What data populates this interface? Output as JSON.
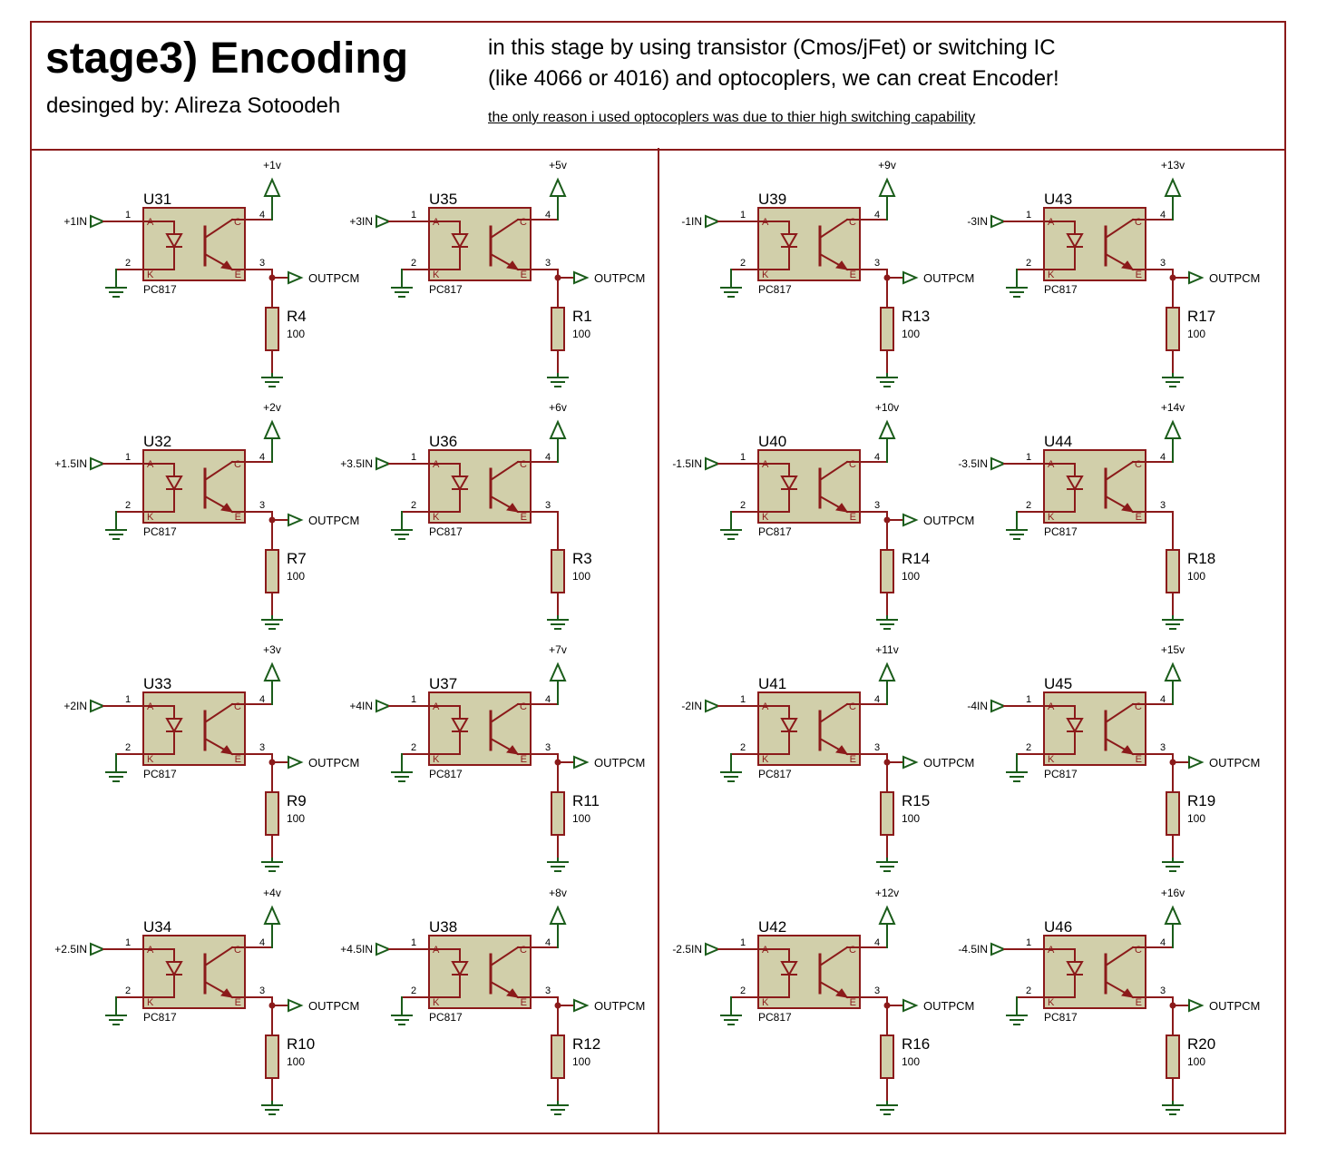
{
  "title_block": {
    "title": "stage3) Encoding",
    "designer": "desinged by: Alireza Sotoodeh",
    "description_line1": "in this stage by using transistor (Cmos/jFet) or switching IC",
    "description_line2": "(like 4066 or 4016) and optocoplers, we can creat Encoder!",
    "note": "the only reason i used optocoplers was due to thier high switching capability"
  },
  "colors": {
    "wire": "#8b1a1a",
    "terminal": "#1a5c1a",
    "component_fill": "#d1cfaa",
    "component_border": "#8b1a1a",
    "text": "#000000"
  },
  "part_type": "PC817",
  "output_label": "OUTPCM",
  "pin_labels": {
    "anode": "A",
    "cathode": "K",
    "collector": "C",
    "emitter": "E"
  },
  "pin_numbers": [
    "1",
    "2",
    "3",
    "4"
  ],
  "columns": [
    {
      "name": "column-1",
      "cells": [
        {
          "u": "U31",
          "input": "+1IN",
          "supply": "+1v",
          "r": "R4",
          "rv": "100",
          "out_tap": true
        },
        {
          "u": "U32",
          "input": "+1.5IN",
          "supply": "+2v",
          "r": "R7",
          "rv": "100",
          "out_tap": true
        },
        {
          "u": "U33",
          "input": "+2IN",
          "supply": "+3v",
          "r": "R9",
          "rv": "100",
          "out_tap": true
        },
        {
          "u": "U34",
          "input": "+2.5IN",
          "supply": "+4v",
          "r": "R10",
          "rv": "100",
          "out_tap": true
        }
      ]
    },
    {
      "name": "column-2",
      "cells": [
        {
          "u": "U35",
          "input": "+3IN",
          "supply": "+5v",
          "r": "R1",
          "rv": "100",
          "out_tap": true
        },
        {
          "u": "U36",
          "input": "+3.5IN",
          "supply": "+6v",
          "r": "R3",
          "rv": "100",
          "out_tap": false
        },
        {
          "u": "U37",
          "input": "+4IN",
          "supply": "+7v",
          "r": "R11",
          "rv": "100",
          "out_tap": true
        },
        {
          "u": "U38",
          "input": "+4.5IN",
          "supply": "+8v",
          "r": "R12",
          "rv": "100",
          "out_tap": true
        }
      ]
    },
    {
      "name": "column-3",
      "cells": [
        {
          "u": "U39",
          "input": "-1IN",
          "supply": "+9v",
          "r": "R13",
          "rv": "100",
          "out_tap": true
        },
        {
          "u": "U40",
          "input": "-1.5IN",
          "supply": "+10v",
          "r": "R14",
          "rv": "100",
          "out_tap": true
        },
        {
          "u": "U41",
          "input": "-2IN",
          "supply": "+11v",
          "r": "R15",
          "rv": "100",
          "out_tap": true
        },
        {
          "u": "U42",
          "input": "-2.5IN",
          "supply": "+12v",
          "r": "R16",
          "rv": "100",
          "out_tap": true
        }
      ]
    },
    {
      "name": "column-4",
      "cells": [
        {
          "u": "U43",
          "input": "-3IN",
          "supply": "+13v",
          "r": "R17",
          "rv": "100",
          "out_tap": true
        },
        {
          "u": "U44",
          "input": "-3.5IN",
          "supply": "+14v",
          "r": "R18",
          "rv": "100",
          "out_tap": false
        },
        {
          "u": "U45",
          "input": "-4IN",
          "supply": "+15v",
          "r": "R19",
          "rv": "100",
          "out_tap": true
        },
        {
          "u": "U46",
          "input": "-4.5IN",
          "supply": "+16v",
          "r": "R20",
          "rv": "100",
          "out_tap": true
        }
      ]
    }
  ]
}
